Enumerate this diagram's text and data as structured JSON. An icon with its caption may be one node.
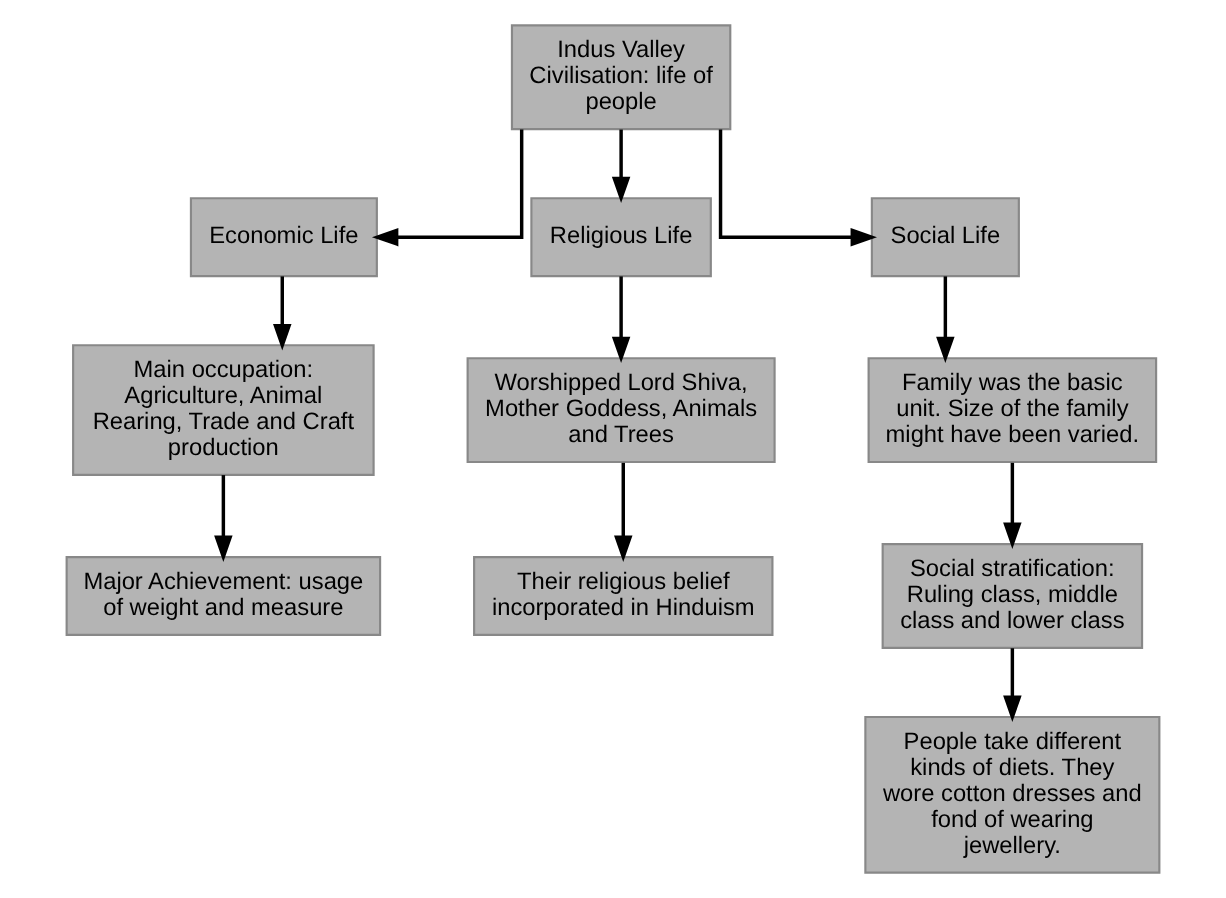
{
  "diagram": {
    "nodes": [
      {
        "text": [
          "Indus Valley Civilisation: life of people"
        ]
      },
      {
        "text": [
          "Economic Life"
        ]
      },
      {
        "text": [
          "Religious Life"
        ]
      },
      {
        "text": [
          "Social Life"
        ]
      },
      {
        "text": [
          "Main occupation: Agriculture, Animal Rearing, Trade and Craft production"
        ]
      },
      {
        "text": [
          "Major Achievement: usage of weight and measure"
        ]
      },
      {
        "text": [
          "Worshipped Lord Shiva, Mother Goddess, Animals and Trees"
        ]
      },
      {
        "text": [
          "Their religious belief incorporated in Hinduism"
        ]
      },
      {
        "text": [
          "Family was the basic unit. Size of the family might have been varied."
        ]
      },
      {
        "text": [
          "Social stratification: Ruling class, middle class and lower class"
        ]
      },
      {
        "text": [
          "People take different kinds of diets. They wore cotton dresses and fond of wearing jewellery."
        ]
      }
    ],
    "edges": [
      {
        "from": 0,
        "to": 1,
        "arrow": "to"
      },
      {
        "from": 0,
        "to": 2,
        "arrow": "to"
      },
      {
        "from": 0,
        "to": 3,
        "arrow": "to"
      },
      {
        "from": 1,
        "to": 4,
        "arrow": "to"
      },
      {
        "from": 4,
        "to": 5,
        "arrow": "to"
      },
      {
        "from": 2,
        "to": 6,
        "arrow": "to"
      },
      {
        "from": 6,
        "to": 7,
        "arrow": "to"
      },
      {
        "from": 3,
        "to": 8,
        "arrow": "to"
      },
      {
        "from": 8,
        "to": 9,
        "arrow": "to"
      },
      {
        "from": 9,
        "to": 10,
        "arrow": "to"
      }
    ]
  }
}
